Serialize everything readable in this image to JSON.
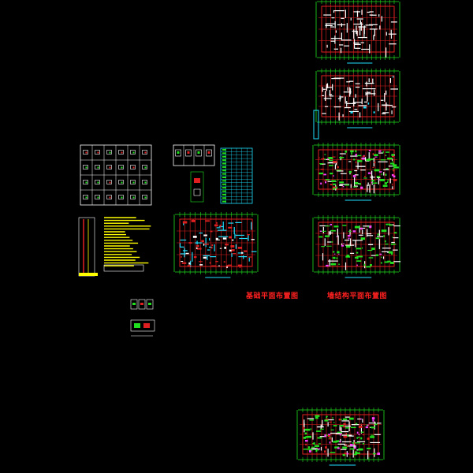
{
  "canvas": {
    "background": "#000000"
  },
  "colors": {
    "grid_red": "#e02020",
    "wall_white": "#ffffff",
    "green": "#20e020",
    "cyan": "#20e0ff",
    "yellow": "#ffff00",
    "magenta": "#ff40ff",
    "blue": "#2060ff",
    "label_red": "#ff2020"
  },
  "labels": {
    "plan_a": "基础平面布置图",
    "plan_b": "墙结构平面布置图"
  },
  "sheets": [
    {
      "id": "plan-top-1",
      "kind": "floor-plan"
    },
    {
      "id": "plan-top-2",
      "kind": "floor-plan"
    },
    {
      "id": "plan-mid-1",
      "kind": "floor-plan"
    },
    {
      "id": "plan-mid-2",
      "kind": "floor-plan"
    },
    {
      "id": "detail-table-left",
      "kind": "detail-grid"
    },
    {
      "id": "detail-table-mid",
      "kind": "detail-grid"
    },
    {
      "id": "schedule-table",
      "kind": "schedule"
    },
    {
      "id": "notes-yellow",
      "kind": "notes"
    },
    {
      "id": "foundation-plan",
      "kind": "floor-plan"
    },
    {
      "id": "small-details",
      "kind": "detail"
    },
    {
      "id": "plan-bottom",
      "kind": "floor-plan"
    }
  ]
}
